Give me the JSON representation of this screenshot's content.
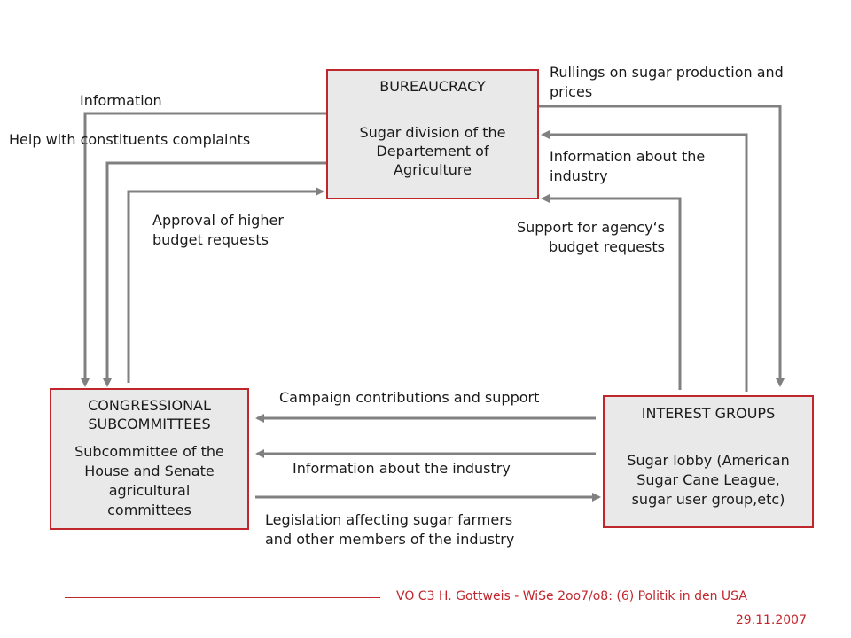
{
  "boxes": {
    "bureaucracy": {
      "title": "BUREAUCRACY",
      "body": [
        "Sugar division of the",
        "Departement of",
        "Agriculture"
      ]
    },
    "congress": {
      "title": [
        "CONGRESSIONAL",
        "SUBCOMMITTEES"
      ],
      "body": [
        "Subcommittee of the",
        "House and Senate",
        "agricultural",
        "committees"
      ]
    },
    "interest": {
      "title": "INTEREST GROUPS",
      "body": [
        "Sugar lobby (American",
        "Sugar Cane League,",
        "sugar user group,etc)"
      ]
    }
  },
  "labels": {
    "information": "Information",
    "help_complaints": "Help with constituents complaints",
    "approval": [
      "Approval of higher",
      "budget requests"
    ],
    "rullings": [
      "Rullings on sugar production and",
      "prices"
    ],
    "info_industry_top": [
      "Information about the",
      "industry"
    ],
    "support_agency": [
      "Support for agency‘s",
      "budget requests"
    ],
    "campaign": "Campaign contributions and support",
    "info_industry_bottom": "Information about the industry",
    "legislation": [
      "Legislation affecting sugar farmers",
      "and other members of the industry"
    ]
  },
  "footer": {
    "course": "VO C3 H. Gottweis - WiSe 2oo7/o8: (6) Politik in den USA",
    "date": "29.11.2007"
  },
  "colors": {
    "accent": "#c0272d",
    "box_fill": "#e9e9e9",
    "arrow": "#808080"
  }
}
